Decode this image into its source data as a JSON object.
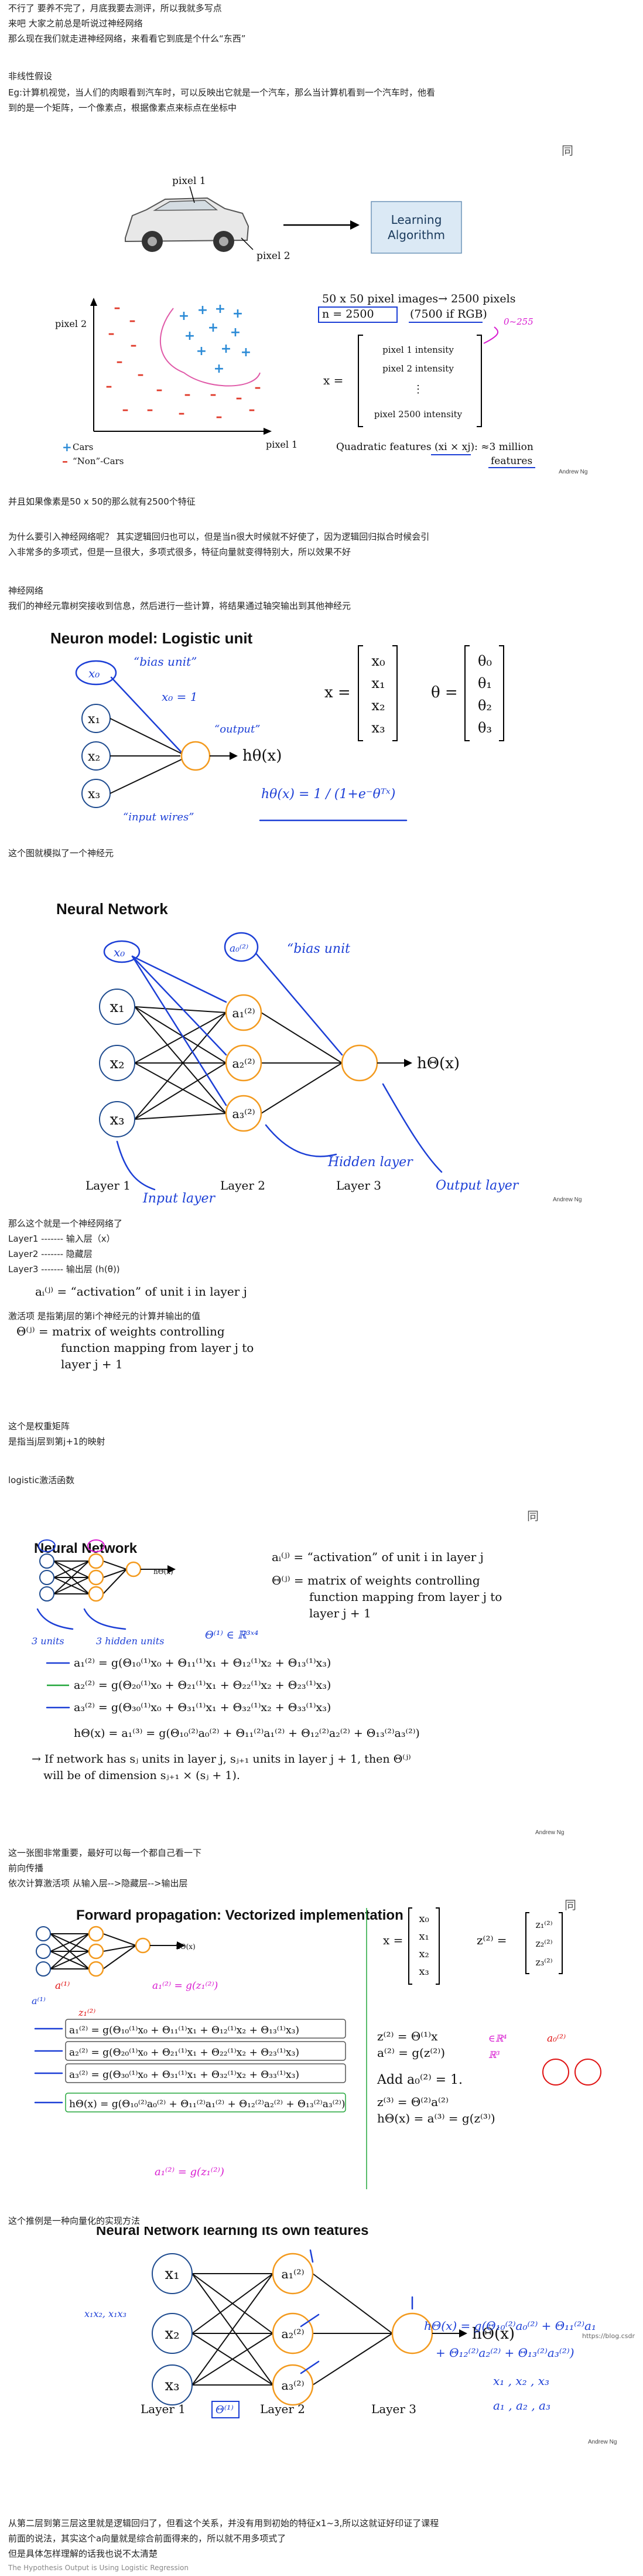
{
  "intro": {
    "l1": "不行了    要养不完了，月底我要去测评，所以我就多写点",
    "l2": "来吧  大家之前总是听说过神经网络",
    "l3": "那么现在我们就走进神经网络，来看看它到底是个什么“东西”"
  },
  "nonlinear": {
    "title": "非线性假设",
    "l1": "Eg:计算机视觉，当人们的肉眼看到汽车时，可以反映出它就是一个汽车，那么当计算机看到一个汽车时，他看",
    "l2": "到的是一个矩阵，一个像素点，根据像素点来标点在坐标中"
  },
  "slide1": {
    "pixel1": "pixel 1",
    "pixel2": "pixel 2",
    "box_line1": "Learning",
    "box_line2": "Algorithm",
    "axis_pixel2": "pixel 2",
    "axis_pixel1": "pixel 1",
    "legend_cars": "Cars",
    "legend_noncars": "“Non”-Cars",
    "img_line": "50 x 50 pixel images→ 2500 pixels",
    "n_eq": "n = 2500",
    "rgb": "(7500 if RGB)",
    "x_label": "x =",
    "intensity1": "pixel 1 intensity",
    "intensity2": "pixel 2 intensity",
    "intensity_dots": "⋮",
    "intensity2500": "pixel 2500 intensity",
    "range_note": "0~255",
    "quad": "Quadratic features (xi × xj): ≈3 million",
    "quad2": "features",
    "credit": "Andrew Ng",
    "corner_icon": "同"
  },
  "after1": {
    "l1": "并且如果像素是50 x 50的那么就有2500个特征",
    "l2": "为什么要引入神经网络呢？  其实逻辑回归也可以，但是当n很大时候就不好使了，因为逻辑回归拟合时候会引",
    "l3": "入非常多的多项式，但是一旦很大，多项式很多，特征向量就变得特别大，所以效果不好"
  },
  "nn_intro": {
    "title": "神经网络",
    "l1": " 我们的神经元靠树突接收到信息，然后进行一些计算，将结果通过轴突输出到其他神经元"
  },
  "slide2": {
    "title": "Neuron model: Logistic unit",
    "x0": "x₀",
    "x1": "x₁",
    "x2": "x₂",
    "x3": "x₃",
    "h": "hθ(x)",
    "bias_note": "“bias unit”",
    "x0eq1": "x₀ = 1",
    "output_note": "“output”",
    "input_note": "“input wires”",
    "hw_h": "hθ(x) =  1 / (1+e⁻θᵀˣ)",
    "x_eq": "x =",
    "theta_eq": "θ =",
    "xv": [
      "x₀",
      "x₁",
      "x₂",
      "x₃"
    ],
    "tv": [
      "θ₀",
      "θ₁",
      "θ₂",
      "θ₃"
    ]
  },
  "after2": {
    "l1": "这个图就模拟了一个神经元"
  },
  "slide3": {
    "title": "Neural Network",
    "x1": "x₁",
    "x2": "x₂",
    "x3": "x₃",
    "x0": "x₀",
    "a0": "a₀⁽²⁾",
    "a1": "a₁⁽²⁾",
    "a2": "a₂⁽²⁾",
    "a3": "a₃⁽²⁾",
    "h": "hΘ(x)",
    "layer1": "Layer 1",
    "layer2": "Layer 2",
    "layer3": "Layer 3",
    "bias": "“bias unit",
    "hidden": "Hidden layer",
    "input": "Input layer",
    "output": "Output layer",
    "credit": "Andrew Ng"
  },
  "after3": {
    "l0": "那么这个就是一个神经网络了",
    "l1": "Layer1   -------  输入层（x）",
    "l2": "Layer2   -------  隐藏层",
    "l3": "Layer3   -------  输出层    (h(θ))",
    "a_def": "aᵢ⁽ʲ⁾ = “activation” of unit i in layer j",
    "act_note": "激活项 是指第j层的第i个神经元的计算并输出的值",
    "theta_def1": "Θ⁽ʲ⁾ = matrix of weights controlling",
    "theta_def2": "function mapping from layer j to",
    "theta_def3": "layer j + 1",
    "w_note": "这个是权重矩阵",
    "w_note2": "是指当j层到第j+1的映射",
    "logistic": "logistic激活函数"
  },
  "slide4": {
    "title": "Neural Network",
    "icon": "同",
    "def1": "aᵢ⁽ʲ⁾ = “activation” of unit i in layer j",
    "def2a": "Θ⁽ʲ⁾ = matrix of weights controlling",
    "def2b": "function mapping from layer j to",
    "def2c": "layer j + 1",
    "hw_3units": "3 units",
    "hw_3hidden": "3 hidden units",
    "hw_dim": "Θ⁽¹⁾ ∈ ℝ³ˣ⁴",
    "eq1": "a₁⁽²⁾ = g(Θ₁₀⁽¹⁾x₀ + Θ₁₁⁽¹⁾x₁ + Θ₁₂⁽¹⁾x₂ + Θ₁₃⁽¹⁾x₃)",
    "eq2": "a₂⁽²⁾ = g(Θ₂₀⁽¹⁾x₀ + Θ₂₁⁽¹⁾x₁ + Θ₂₂⁽¹⁾x₂ + Θ₂₃⁽¹⁾x₃)",
    "eq3": "a₃⁽²⁾ = g(Θ₃₀⁽¹⁾x₀ + Θ₃₁⁽¹⁾x₁ + Θ₃₂⁽¹⁾x₂ + Θ₃₃⁽¹⁾x₃)",
    "eq4": "hΘ(x) = a₁⁽³⁾ = g(Θ₁₀⁽²⁾a₀⁽²⁾ + Θ₁₁⁽²⁾a₁⁽²⁾ + Θ₁₂⁽²⁾a₂⁽²⁾ + Θ₁₃⁽²⁾a₃⁽²⁾)",
    "dim1": "→ If network has sⱼ units in layer j, sⱼ₊₁ units in layer j + 1, then Θ⁽ʲ⁾",
    "dim2": "will be of dimension sⱼ₊₁ × (sⱼ + 1).",
    "h_small": "hΘ(x)",
    "credit": "Andrew Ng"
  },
  "after4": {
    "l1": "这一张图非常重要，最好可以每一个都自己看一下",
    "l2": "前向传播",
    "l3": "依次计算激活项  从输入层-->隐藏层-->输出层"
  },
  "slide5": {
    "title": "Forward propagation: Vectorized implementation",
    "icon": "同",
    "x_eq": "x =",
    "xv": [
      "x₀",
      "x₁",
      "x₂",
      "x₃"
    ],
    "z_eq": "z⁽²⁾ =",
    "zv": [
      "z₁⁽²⁾",
      "z₂⁽²⁾",
      "z₃⁽²⁾"
    ],
    "r1": "a₁⁽²⁾ = g(Θ₁₀⁽¹⁾x₀ + Θ₁₁⁽¹⁾x₁ + Θ₁₂⁽¹⁾x₂ + Θ₁₃⁽¹⁾x₃)",
    "r2": "a₂⁽²⁾ = g(Θ₂₀⁽¹⁾x₀ + Θ₂₁⁽¹⁾x₁ + Θ₂₂⁽¹⁾x₂ + Θ₂₃⁽¹⁾x₃)",
    "r3": "a₃⁽²⁾ = g(Θ₃₀⁽¹⁾x₀ + Θ₃₁⁽¹⁾x₁ + Θ₃₂⁽¹⁾x₂ + Θ₃₃⁽¹⁾x₃)",
    "r4": "hΘ(x) = g(Θ₁₀⁽²⁾a₀⁽²⁾ + Θ₁₁⁽²⁾a₁⁽²⁾ + Θ₁₂⁽²⁾a₂⁽²⁾ + Θ₁₃⁽²⁾a₃⁽²⁾)",
    "s1": "z⁽²⁾ = Θ⁽¹⁾x",
    "s2": "a⁽²⁾ = g(z⁽²⁾)",
    "s3": "Add a₀⁽²⁾ = 1.",
    "s4": "z⁽³⁾ = Θ⁽²⁾a⁽²⁾",
    "s5": "hΘ(x) = a⁽³⁾ = g(z⁽³⁾)",
    "hw_a_eq": "a⁽¹⁾",
    "hw_z": "z₁⁽²⁾",
    "hw_pink": "a₁⁽²⁾ = g(z₁⁽²⁾)",
    "hw_pink2": "∈ℝ⁴",
    "hw_pink3": "ℝ³",
    "hw_a0": "a₀⁽²⁾",
    "hw_red": "a⁽¹⁾",
    "h_small": "hΘ(x)"
  },
  "after5": {
    "l1": "这个推例是一种向量化的实现方法"
  },
  "slide6": {
    "title": "Neural Network learning its own features",
    "x1": "x₁",
    "x2": "x₂",
    "x3": "x₃",
    "a1": "a₁⁽²⁾",
    "a2": "a₂⁽²⁾",
    "a3": "a₃⁽²⁾",
    "h": "hΘ(x)",
    "layer1": "Layer 1",
    "layer2": "Layer 2",
    "layer3": "Layer 3",
    "hw_eq1": "hΘ(x) = g(Θ₁₀⁽²⁾a₀⁽²⁾ + Θ₁₁⁽²⁾a₁",
    "hw_eq2": "+ Θ₁₂⁽²⁾a₂⁽²⁾ + Θ₁₃⁽²⁾a₃⁽²⁾)",
    "hw_xs": "x₁ , x₂ , x₃",
    "hw_as": "a₁ , a₂ , a₃",
    "hw_left": "x₁x₂, x₁x₃",
    "hw_mid": "Θ⁽¹⁾",
    "credit": "Andrew Ng",
    "watermark": "https://blog.csdn.net"
  },
  "outro": {
    "l1": "从第二层到第三层这里就是逻辑回归了，但看这个关系，并没有用到初始的特征x1~3,所以这就证好印证了课程",
    "l2": "前面的说法，其实这个a向量就是综合前面得来的，所以就不用多项式了",
    "l3": "但是具体怎样理解的话我也说不太清楚",
    "l4": "The Hypothesis Output is Using Logistic Regression"
  }
}
